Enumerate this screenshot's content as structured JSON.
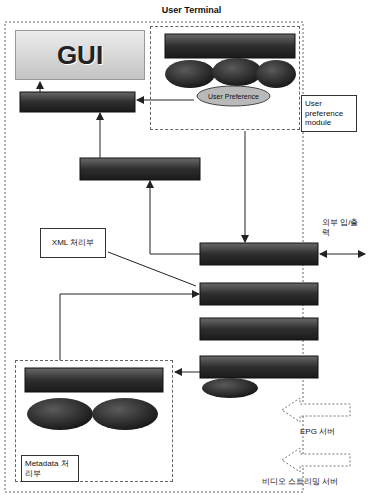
{
  "diagram": {
    "title": "User Terminal",
    "nodes": [
      {
        "text": [
          "GUI"
        ]
      },
      {
        "text": [
          "User preference module"
        ]
      },
      {
        "text": [
          "User Preference"
        ],
        "in": 1
      },
      {
        "text": [
          "XML 처리부"
        ]
      },
      {
        "text": [
          "Metadata 처리부"
        ]
      }
    ],
    "labels": [
      "외부 입/출력",
      "EPG 서버",
      "비디오 스트리밍 서버"
    ]
  }
}
